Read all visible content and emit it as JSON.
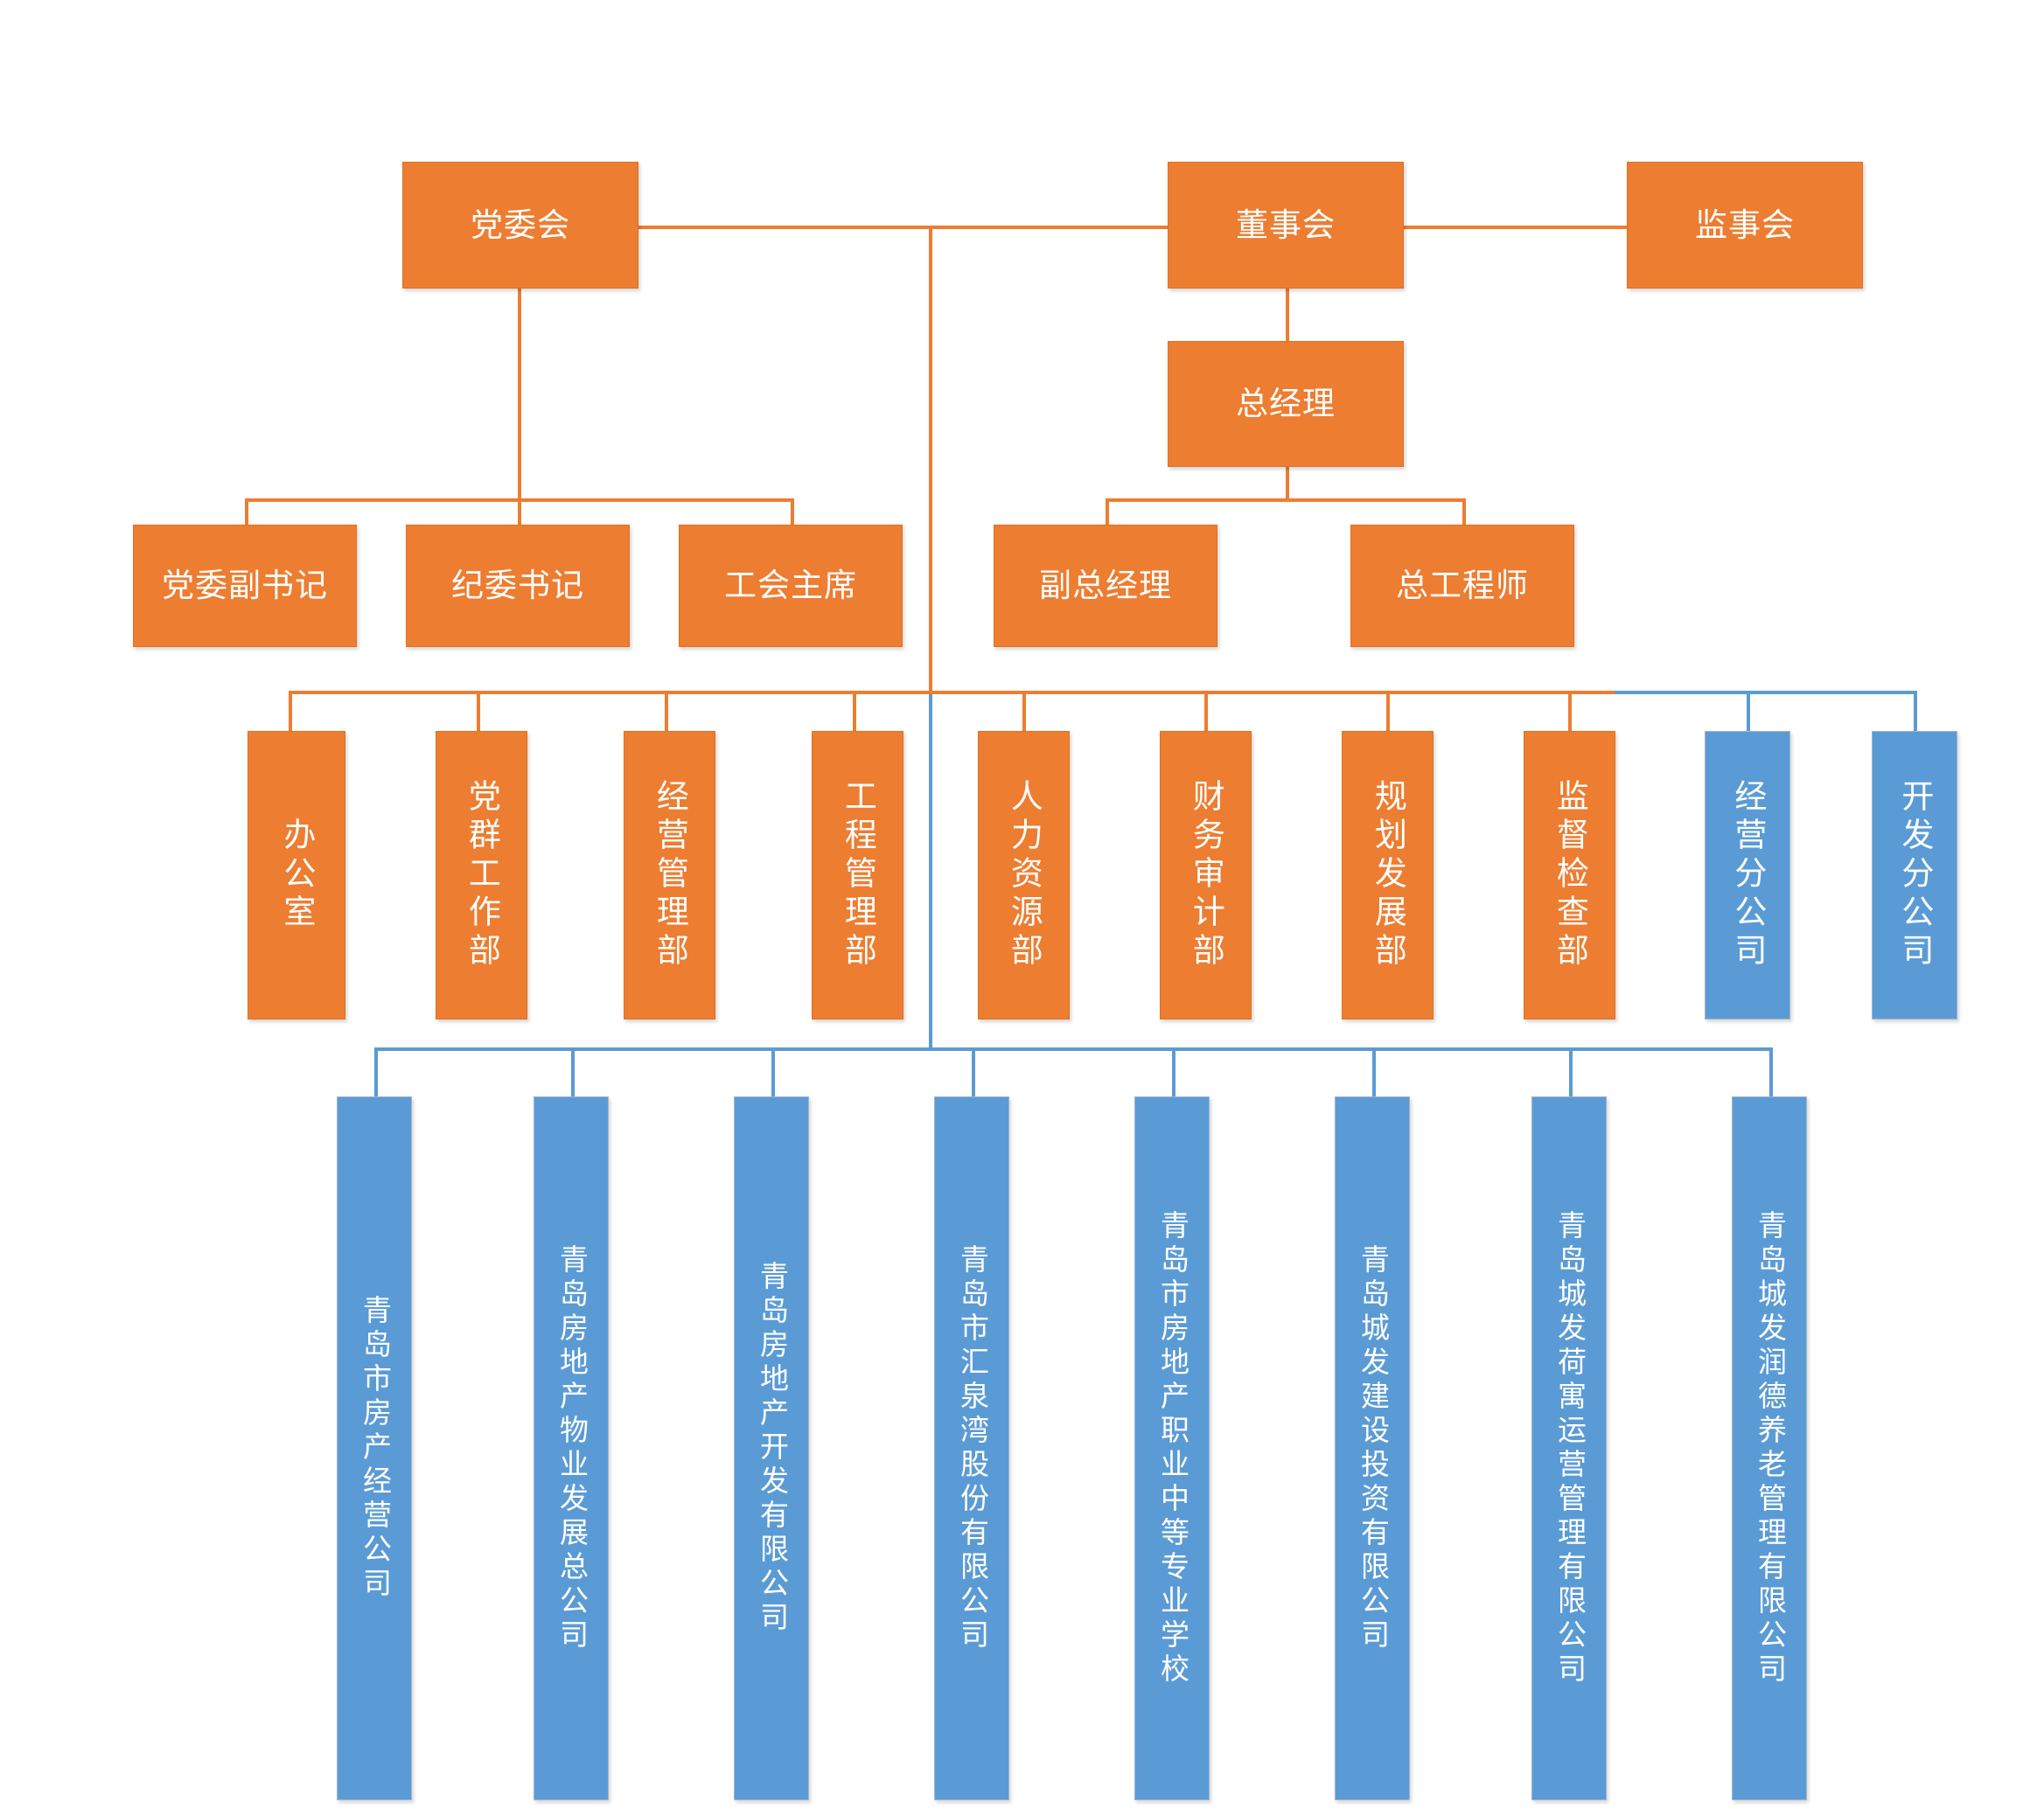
{
  "chart_title": "",
  "colors": {
    "orange": "#ED7D31",
    "blue": "#5B9BD5",
    "text": "#FFFFFF",
    "background": "#FFFFFF"
  },
  "governance": {
    "party_committee": "党委会",
    "board_of_directors": "董事会",
    "board_of_supervisors": "监事会",
    "general_manager": "总经理"
  },
  "party_line": [
    {
      "label": "党委副书记"
    },
    {
      "label": "纪委书记"
    },
    {
      "label": "工会主席"
    }
  ],
  "management_line": [
    {
      "label": "副总经理"
    },
    {
      "label": "总工程师"
    }
  ],
  "departments": [
    {
      "label": "办公室",
      "color": "orange"
    },
    {
      "label": "党群工作部",
      "color": "orange"
    },
    {
      "label": "经营管理部",
      "color": "orange"
    },
    {
      "label": "工程管理部",
      "color": "orange"
    },
    {
      "label": "人力资源部",
      "color": "orange"
    },
    {
      "label": "财务审计部",
      "color": "orange"
    },
    {
      "label": "规划发展部",
      "color": "orange"
    },
    {
      "label": "监督检查部",
      "color": "orange"
    },
    {
      "label": "经营分公司",
      "color": "blue"
    },
    {
      "label": "开发分公司",
      "color": "blue"
    }
  ],
  "subsidiaries": [
    {
      "label": "青岛市房产经营公司"
    },
    {
      "label": "青岛房地产物业发展总公司"
    },
    {
      "label": "青岛房地产开发有限公司"
    },
    {
      "label": "青岛市汇泉湾股份有限公司"
    },
    {
      "label": "青岛市房地产职业中等专业学校"
    },
    {
      "label": "青岛城发建设投资有限公司"
    },
    {
      "label": "青岛城发荷寓运营管理有限公司"
    },
    {
      "label": "青岛城发润德养老管理有限公司"
    }
  ]
}
